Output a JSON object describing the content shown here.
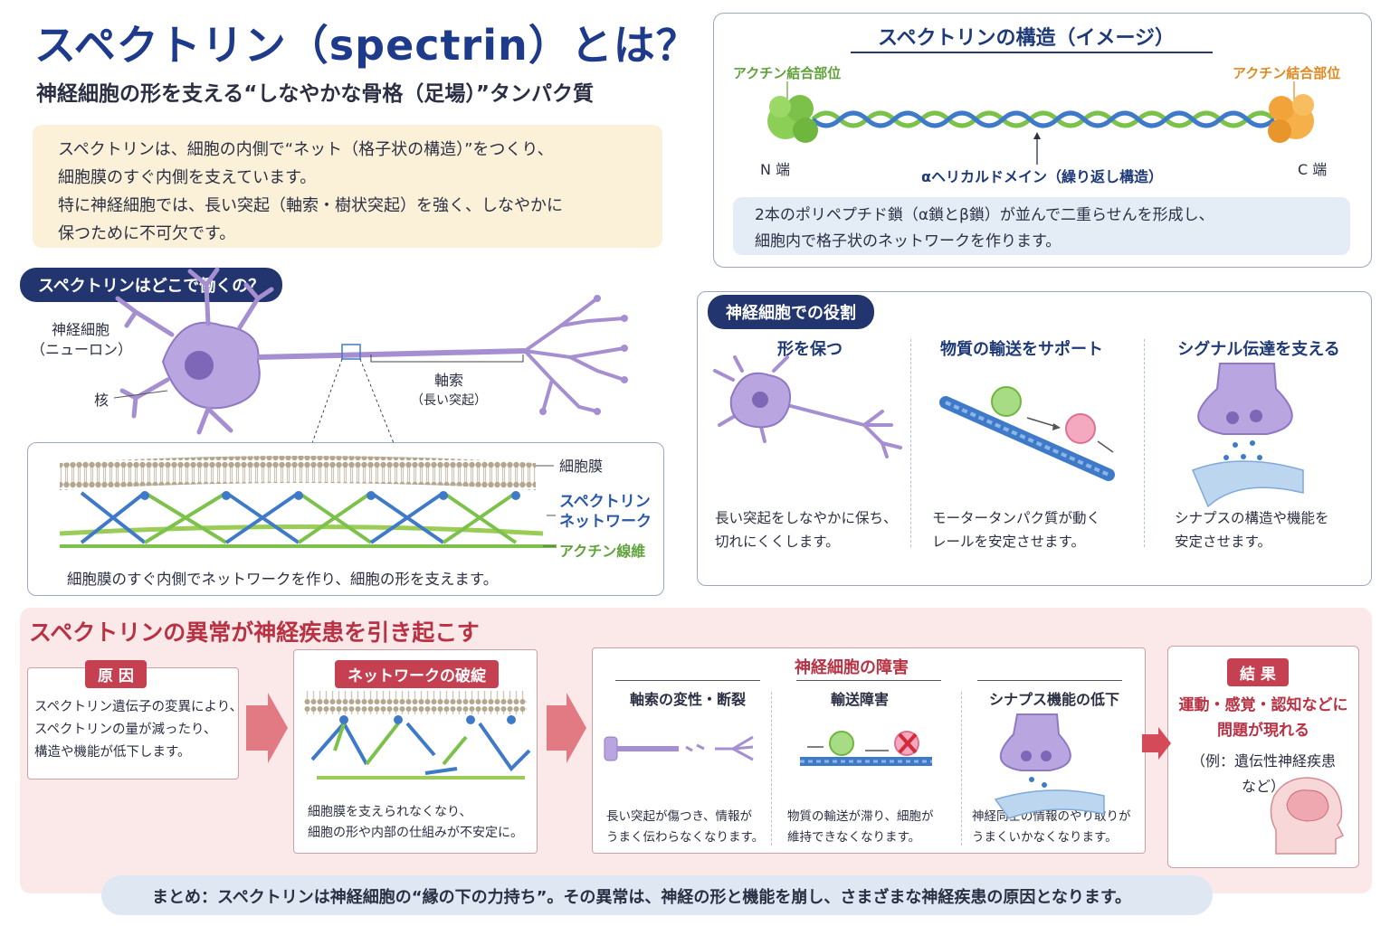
{
  "header": {
    "title": "スペクトリン（spectrin）とは？",
    "subtitle": "神経細胞の形を支える“しなやかな骨格（足場）”タンパク質"
  },
  "intro": {
    "lines": [
      "スペクトリンは、細胞の内側で“ネット（格子状の構造）”をつくり、",
      "細胞膜のすぐ内側を支えています。",
      "特に神経細胞では、長い突起（軸索・樹状突起）を強く、しなやかに",
      "保つために不可欠です。"
    ]
  },
  "structure": {
    "title": "スペクトリンの構造（イメージ）",
    "left_site": "アクチン結合部位",
    "right_site": "アクチン結合部位",
    "n_term": "N 端",
    "c_term": "C 端",
    "helix": "αヘリカルドメイン（繰り返し構造）",
    "note": [
      "2本のポリペプチド鎖（α鎖とβ鎖）が並んで二重らせんを形成し、",
      "細胞内で格子状のネットワークを作ります。"
    ]
  },
  "where": {
    "pill": "スペクトリンはどこで働くの？",
    "neuron_label": [
      "神経細胞",
      "（ニューロン）"
    ],
    "nucleus": "核",
    "axon": [
      "軸索",
      "（長い突起）"
    ],
    "membrane": "細胞膜",
    "network": [
      "スペクトリン",
      "ネットワーク"
    ],
    "actin": "アクチン線維",
    "caption": "細胞膜のすぐ内側でネットワークを作り、細胞の形を支えます。"
  },
  "roles": {
    "pill": "神経細胞での役割",
    "items": [
      {
        "head": "形を保つ",
        "desc": [
          "長い突起をしなやかに保ち、",
          "切れにくくします。"
        ]
      },
      {
        "head": "物質の輸送をサポート",
        "desc": [
          "モータータンパク質が動く",
          "レールを安定させます。"
        ]
      },
      {
        "head": "シグナル伝達を支える",
        "desc": [
          "シナプスの構造や機能を",
          "安定させます。"
        ]
      }
    ]
  },
  "disease": {
    "title": "スペクトリンの異常が神経疾患を引き起こす",
    "cause": {
      "pill": "原 因",
      "lines": [
        "スペクトリン遺伝子の変異により、",
        "スペクトリンの量が減ったり、",
        "構造や機能が低下します。"
      ]
    },
    "break": {
      "pill": "ネットワークの破綻",
      "lines": [
        "細胞膜を支えられなくなり、",
        "細胞の形や内部の仕組みが不安定に。"
      ]
    },
    "damage": {
      "title": "神経細胞の障害",
      "items": [
        {
          "head": "軸索の変性・断裂",
          "lines": [
            "長い突起が傷つき、情報が",
            "うまく伝わらなくなります。"
          ]
        },
        {
          "head": "輸送障害",
          "lines": [
            "物質の輸送が滞り、細胞が",
            "維持できなくなります。"
          ]
        },
        {
          "head": "シナプス機能の低下",
          "lines": [
            "神経同士の情報のやり取りが",
            "うまくいかなくなります。"
          ]
        }
      ]
    },
    "result": {
      "pill": "結 果",
      "lines": [
        "運動・感覚・認知などに",
        "問題が現れる"
      ],
      "example": [
        "（例：遺伝性神経疾患",
        "など）"
      ]
    }
  },
  "summary": "まとめ：スペクトリンは神経細胞の“縁の下の力持ち”。その異常は、神経の形と機能を崩し、さまざまな神経疾患の原因となります。",
  "colors": {
    "navy": "#1e3a8a",
    "red": "#b83244",
    "neuron": "#a58fd0",
    "green": "#7cc24a",
    "orange": "#f2a43a",
    "blue": "#3f7ac9"
  }
}
